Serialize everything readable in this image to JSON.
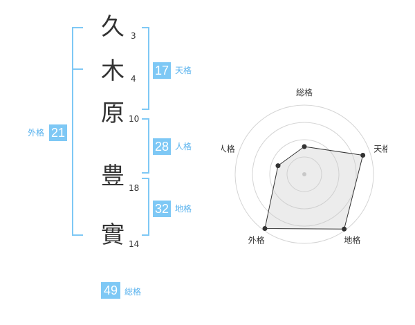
{
  "name_chars": [
    {
      "char": "久",
      "strokes": "3"
    },
    {
      "char": "木",
      "strokes": "4"
    },
    {
      "char": "原",
      "strokes": "10"
    },
    {
      "char": "豊",
      "strokes": "18"
    },
    {
      "char": "實",
      "strokes": "14"
    }
  ],
  "scores": {
    "tenkaku": {
      "value": "17",
      "label": "天格"
    },
    "jinkaku": {
      "value": "28",
      "label": "人格"
    },
    "chikaku": {
      "value": "32",
      "label": "地格"
    },
    "gaikaku": {
      "value": "21",
      "label": "外格"
    },
    "soukaku": {
      "value": "49",
      "label": "総格"
    }
  },
  "colors": {
    "accent": "#7ec8f5",
    "accent_text": "#58b2ee",
    "text": "#333333"
  },
  "chart_data": {
    "type": "radar",
    "axes": [
      "総格",
      "天格",
      "地格",
      "外格",
      "人格"
    ],
    "values": [
      0.4,
      0.89,
      0.98,
      0.97,
      0.4
    ],
    "rings": 4,
    "max": 1
  }
}
